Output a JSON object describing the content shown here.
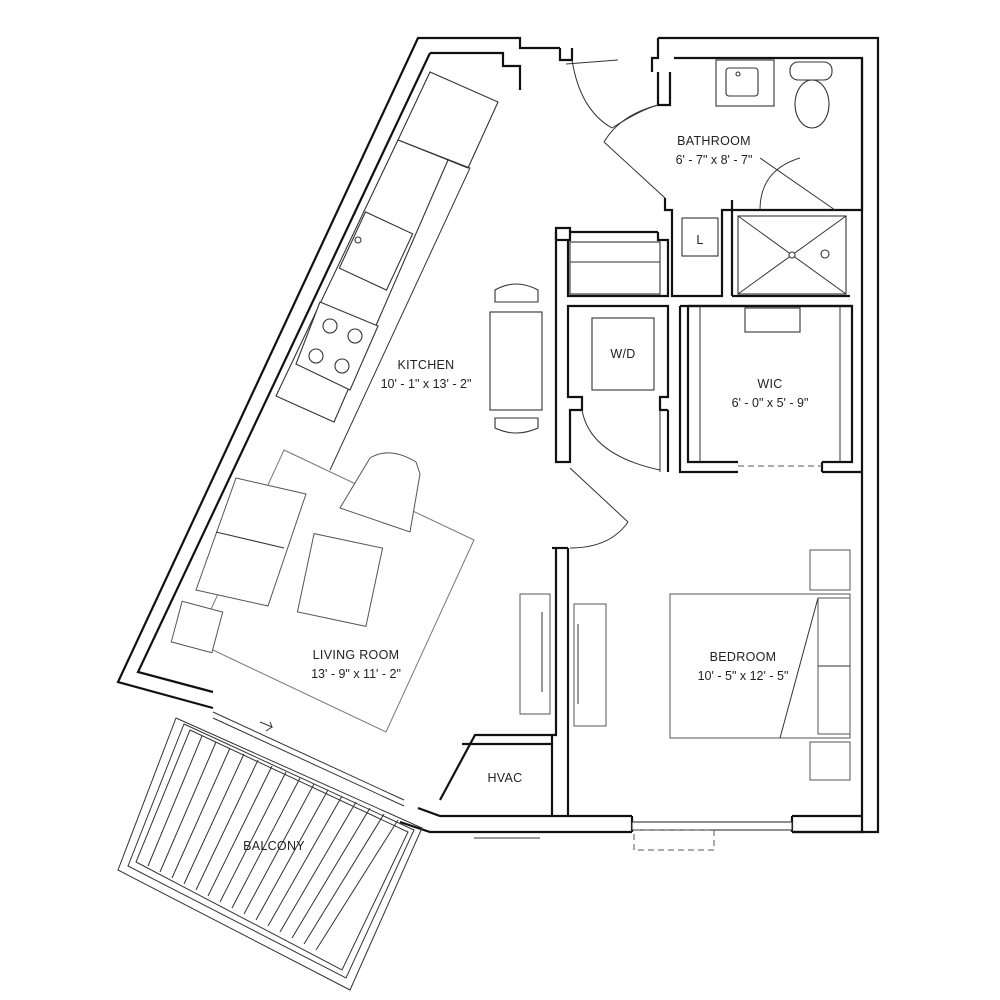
{
  "rooms": {
    "bathroom": {
      "label": "BATHROOM",
      "dims": "6' - 7\" x 8' - 7\""
    },
    "kitchen": {
      "label": "KITCHEN",
      "dims": "10' - 1\" x 13' - 2\""
    },
    "wic": {
      "label": "WIC",
      "dims": "6' - 0\" x 5' - 9\""
    },
    "living_room": {
      "label": "LIVING ROOM",
      "dims": "13' - 9\" x 11' - 2\""
    },
    "bedroom": {
      "label": "BEDROOM",
      "dims": "10' - 5\" x 12' - 5\""
    },
    "wd": {
      "label": "W/D"
    },
    "hvac": {
      "label": "HVAC"
    },
    "linen": {
      "label": "L"
    },
    "balcony": {
      "label": "BALCONY"
    }
  },
  "colors": {
    "wall": "#111111",
    "fixture": "#333333",
    "background": "#ffffff"
  }
}
